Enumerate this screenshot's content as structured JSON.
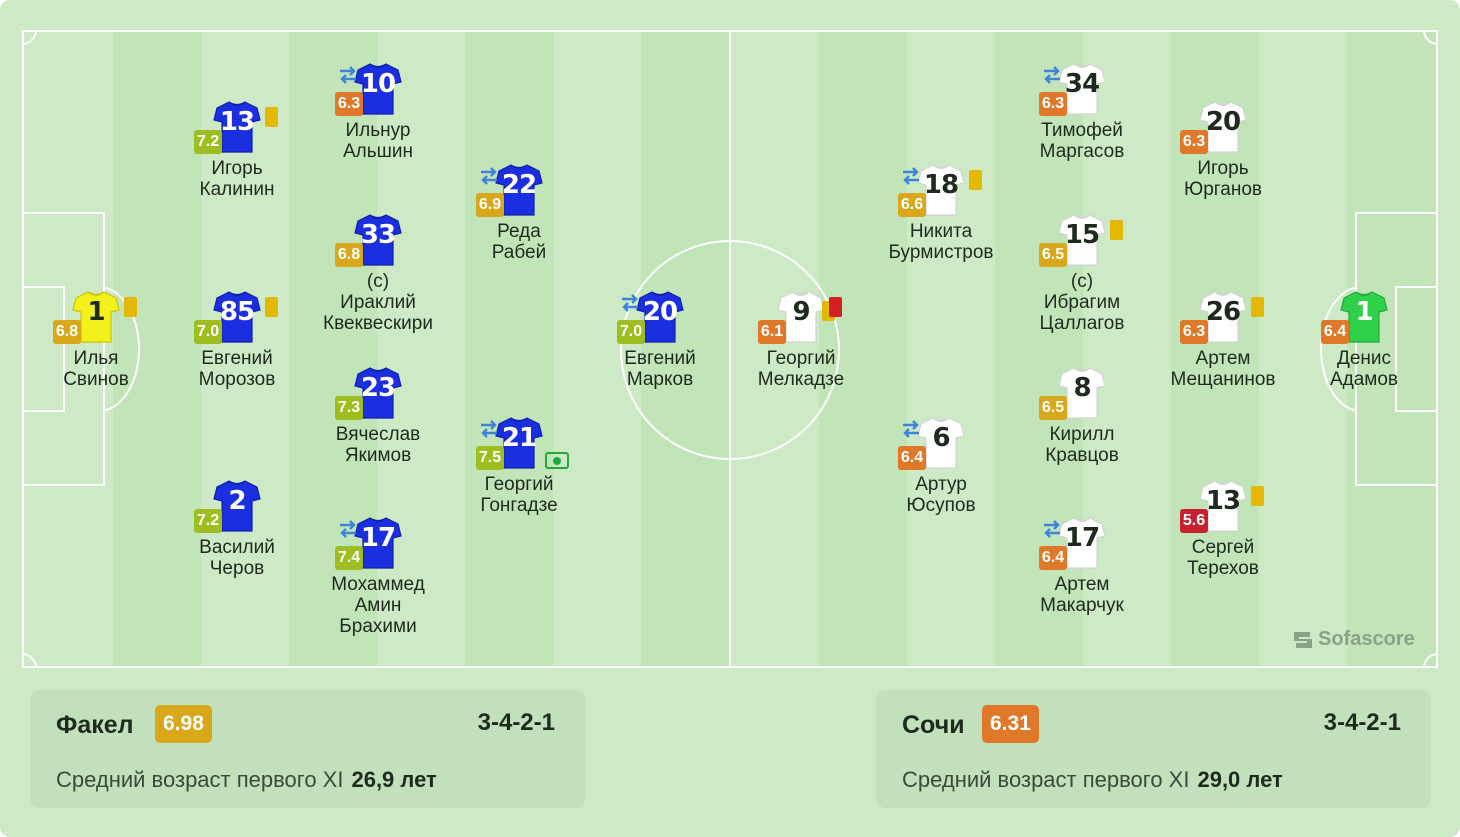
{
  "colors": {
    "rating_green": "#9ebd1f",
    "rating_yellow": "#d9a81a",
    "rating_orange": "#e0782a",
    "rating_red": "#c8202e",
    "home_kit": "#1b2ee0",
    "home_gk_kit": "#f4f01c",
    "away_kit": "#ffffff",
    "away_gk_kit": "#2fd04a"
  },
  "branding": {
    "logo_text": "Sofascore"
  },
  "home": {
    "team_name": "Факел",
    "team_rating": "6.98",
    "formation": "3-4-2-1",
    "avg_age_label": "Средний возраст первого XI",
    "avg_age_value": "26,9 лет"
  },
  "away": {
    "team_name": "Сочи",
    "team_rating": "6.31",
    "formation": "3-4-2-1",
    "avg_age_label": "Средний возраст первого XI",
    "avg_age_value": "29,0 лет"
  },
  "players": [
    {
      "team": "home",
      "number": "1",
      "rating": "6.8",
      "rating_color": "yellow",
      "name_lines": [
        "Илья",
        "Свинов"
      ],
      "card": "yellow",
      "goalkeeper": true
    },
    {
      "team": "home",
      "number": "13",
      "rating": "7.2",
      "rating_color": "green",
      "name_lines": [
        "Игорь",
        "Калинин"
      ],
      "card": "yellow"
    },
    {
      "team": "home",
      "number": "85",
      "rating": "7.0",
      "rating_color": "green",
      "name_lines": [
        "Евгений",
        "Морозов"
      ],
      "card": "yellow"
    },
    {
      "team": "home",
      "number": "2",
      "rating": "7.2",
      "rating_color": "green",
      "name_lines": [
        "Василий",
        "Черов"
      ]
    },
    {
      "team": "home",
      "number": "10",
      "rating": "6.3",
      "rating_color": "orange",
      "name_lines": [
        "Ильнур",
        "Альшин"
      ],
      "sub": true
    },
    {
      "team": "home",
      "number": "33",
      "rating": "6.8",
      "rating_color": "yellow",
      "name_lines": [
        "(c)",
        "Ираклий",
        "Квеквескири"
      ]
    },
    {
      "team": "home",
      "number": "23",
      "rating": "7.3",
      "rating_color": "green",
      "name_lines": [
        "Вячеслав",
        "Якимов"
      ]
    },
    {
      "team": "home",
      "number": "17",
      "rating": "7.4",
      "rating_color": "green",
      "name_lines": [
        "Мохаммед",
        "Амин",
        "Брахими"
      ],
      "sub": true
    },
    {
      "team": "home",
      "number": "22",
      "rating": "6.9",
      "rating_color": "yellow",
      "name_lines": [
        "Реда",
        "Рабей"
      ],
      "sub": true
    },
    {
      "team": "home",
      "number": "21",
      "rating": "7.5",
      "rating_color": "green",
      "name_lines": [
        "Георгий",
        "Гонгадзе"
      ],
      "sub": true,
      "goal": true
    },
    {
      "team": "home",
      "number": "20",
      "rating": "7.0",
      "rating_color": "green",
      "name_lines": [
        "Евгений",
        "Марков"
      ],
      "sub": true
    },
    {
      "team": "away",
      "number": "9",
      "rating": "6.1",
      "rating_color": "orange",
      "name_lines": [
        "Георгий",
        "Мелкадзе"
      ],
      "card": "red"
    },
    {
      "team": "away",
      "number": "18",
      "rating": "6.6",
      "rating_color": "yellow",
      "name_lines": [
        "Никита",
        "Бурмистров"
      ],
      "sub": true,
      "card": "yellow"
    },
    {
      "team": "away",
      "number": "6",
      "rating": "6.4",
      "rating_color": "orange",
      "name_lines": [
        "Артур",
        "Юсупов"
      ],
      "sub": true
    },
    {
      "team": "away",
      "number": "34",
      "rating": "6.3",
      "rating_color": "orange",
      "name_lines": [
        "Тимофей",
        "Маргасов"
      ],
      "sub": true
    },
    {
      "team": "away",
      "number": "15",
      "rating": "6.5",
      "rating_color": "yellow",
      "name_lines": [
        "(c)",
        "Ибрагим",
        "Цаллагов"
      ],
      "card": "yellow"
    },
    {
      "team": "away",
      "number": "8",
      "rating": "6.5",
      "rating_color": "yellow",
      "name_lines": [
        "Кирилл",
        "Кравцов"
      ]
    },
    {
      "team": "away",
      "number": "17",
      "rating": "6.4",
      "rating_color": "orange",
      "name_lines": [
        "Артем",
        "Макарчук"
      ],
      "sub": true
    },
    {
      "team": "away",
      "number": "20",
      "rating": "6.3",
      "rating_color": "orange",
      "name_lines": [
        "Игорь",
        "Юрганов"
      ]
    },
    {
      "team": "away",
      "number": "26",
      "rating": "6.3",
      "rating_color": "orange",
      "name_lines": [
        "Артем",
        "Мещанинов"
      ],
      "card": "yellow"
    },
    {
      "team": "away",
      "number": "13",
      "rating": "5.6",
      "rating_color": "red",
      "name_lines": [
        "Сергей",
        "Терехов"
      ],
      "card": "yellow"
    },
    {
      "team": "away",
      "number": "1",
      "rating": "6.4",
      "rating_color": "orange",
      "name_lines": [
        "Денис",
        "Адамов"
      ],
      "goalkeeper": true
    }
  ]
}
